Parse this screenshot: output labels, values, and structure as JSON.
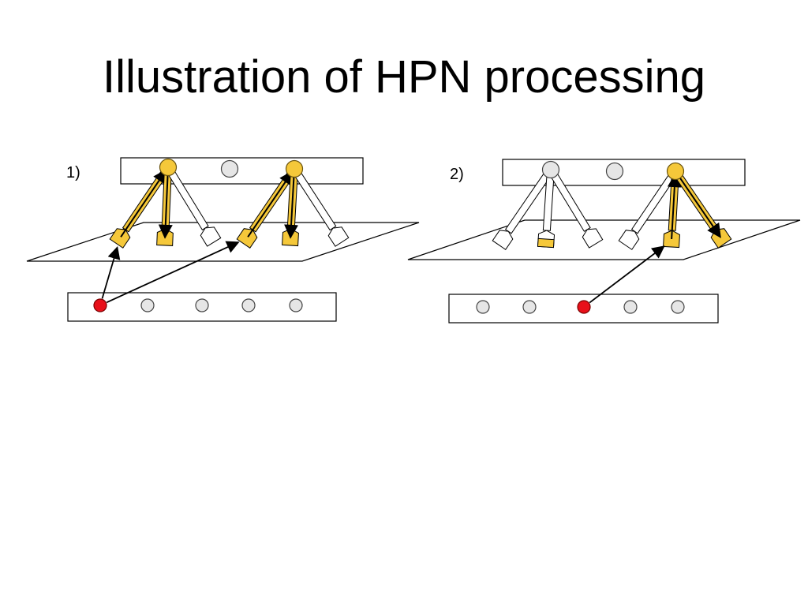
{
  "title": "Illustration of HPN processing",
  "colors": {
    "active": "#f5c83a",
    "active_stroke": "#6a5410",
    "input_active": "#e8101a",
    "inactive_node": "#e6e6e6",
    "line": "#000000"
  },
  "panels": [
    {
      "label": "1)",
      "top_nodes": [
        "active",
        "inactive",
        "active"
      ],
      "bottom_nodes": [
        "active",
        "inactive",
        "inactive",
        "inactive",
        "inactive"
      ],
      "dendrites": [
        {
          "parent": 0,
          "fill": "full",
          "arrow": "up"
        },
        {
          "parent": 0,
          "fill": "full",
          "arrow": "down"
        },
        {
          "parent": 0,
          "fill": "none",
          "arrow": "none"
        },
        {
          "parent": 2,
          "fill": "full",
          "arrow": "up"
        },
        {
          "parent": 2,
          "fill": "full",
          "arrow": "down"
        },
        {
          "parent": 2,
          "fill": "none",
          "arrow": "none"
        }
      ],
      "input_links": [
        {
          "from": 0,
          "to": 0
        },
        {
          "from": 0,
          "to": 3
        }
      ]
    },
    {
      "label": "2)",
      "top_nodes": [
        "inactive",
        "inactive",
        "active"
      ],
      "bottom_nodes": [
        "inactive",
        "inactive",
        "active",
        "inactive",
        "inactive"
      ],
      "dendrites": [
        {
          "parent": 0,
          "fill": "none",
          "arrow": "none"
        },
        {
          "parent": 0,
          "fill": "partial",
          "arrow": "none"
        },
        {
          "parent": 0,
          "fill": "none",
          "arrow": "none"
        },
        {
          "parent": 2,
          "fill": "none",
          "arrow": "none"
        },
        {
          "parent": 2,
          "fill": "full",
          "arrow": "up"
        },
        {
          "parent": 2,
          "fill": "full",
          "arrow": "down"
        }
      ],
      "input_links": [
        {
          "from": 2,
          "to": 4
        }
      ]
    }
  ]
}
